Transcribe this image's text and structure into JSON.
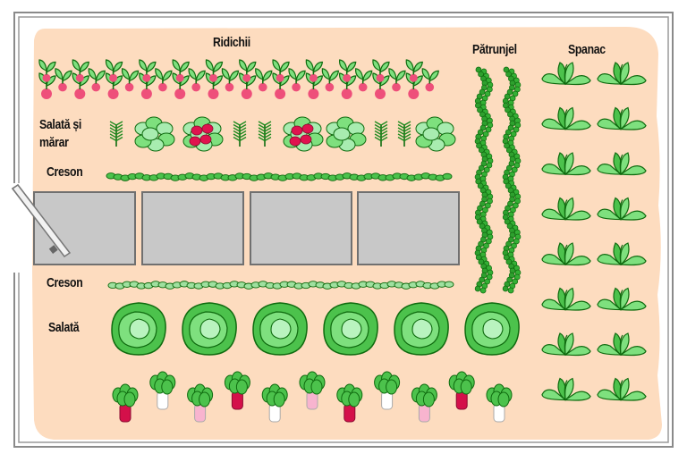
{
  "title": "Garden bed planting plan",
  "colors": {
    "soil": "#fddcbf",
    "frame": "#888888",
    "paver": "#c8c8c8",
    "paver_border": "#707070",
    "leaf_light": "#7ee07e",
    "leaf_mid": "#4cc24c",
    "leaf_dark": "#1e8a1e",
    "outline": "#0f6b0f",
    "radish_pink": "#ee4f7a",
    "red_lettuce": "#e0134f",
    "root_red": "#d4104a",
    "root_pink": "#f8b4cf",
    "root_white": "#ffffff"
  },
  "labels": {
    "radishes": "Ridichii",
    "lettuce_dill": "Salată și mărar",
    "cress_top": "Creson",
    "cress_bottom": "Creson",
    "lettuce": "Salată",
    "parsley": "Pătrunjel",
    "spinach": "Spanac"
  },
  "beds": {
    "radish_row": {
      "count_large": 12,
      "count_small": 12
    },
    "lettuce_dill_row": [
      "dill",
      "lettuce-green",
      "lettuce-red",
      "dill",
      "dill",
      "lettuce-red",
      "lettuce-green",
      "dill",
      "dill",
      "lettuce-green"
    ],
    "cress_rows": 2,
    "pavers": 4,
    "lettuce_heads": 6,
    "root_row": [
      "red",
      "white",
      "pink",
      "red",
      "white",
      "pink",
      "red",
      "white",
      "pink",
      "red",
      "white"
    ],
    "parsley_strips": 2,
    "spinach_grid": {
      "columns": 2,
      "rows": 8
    }
  }
}
